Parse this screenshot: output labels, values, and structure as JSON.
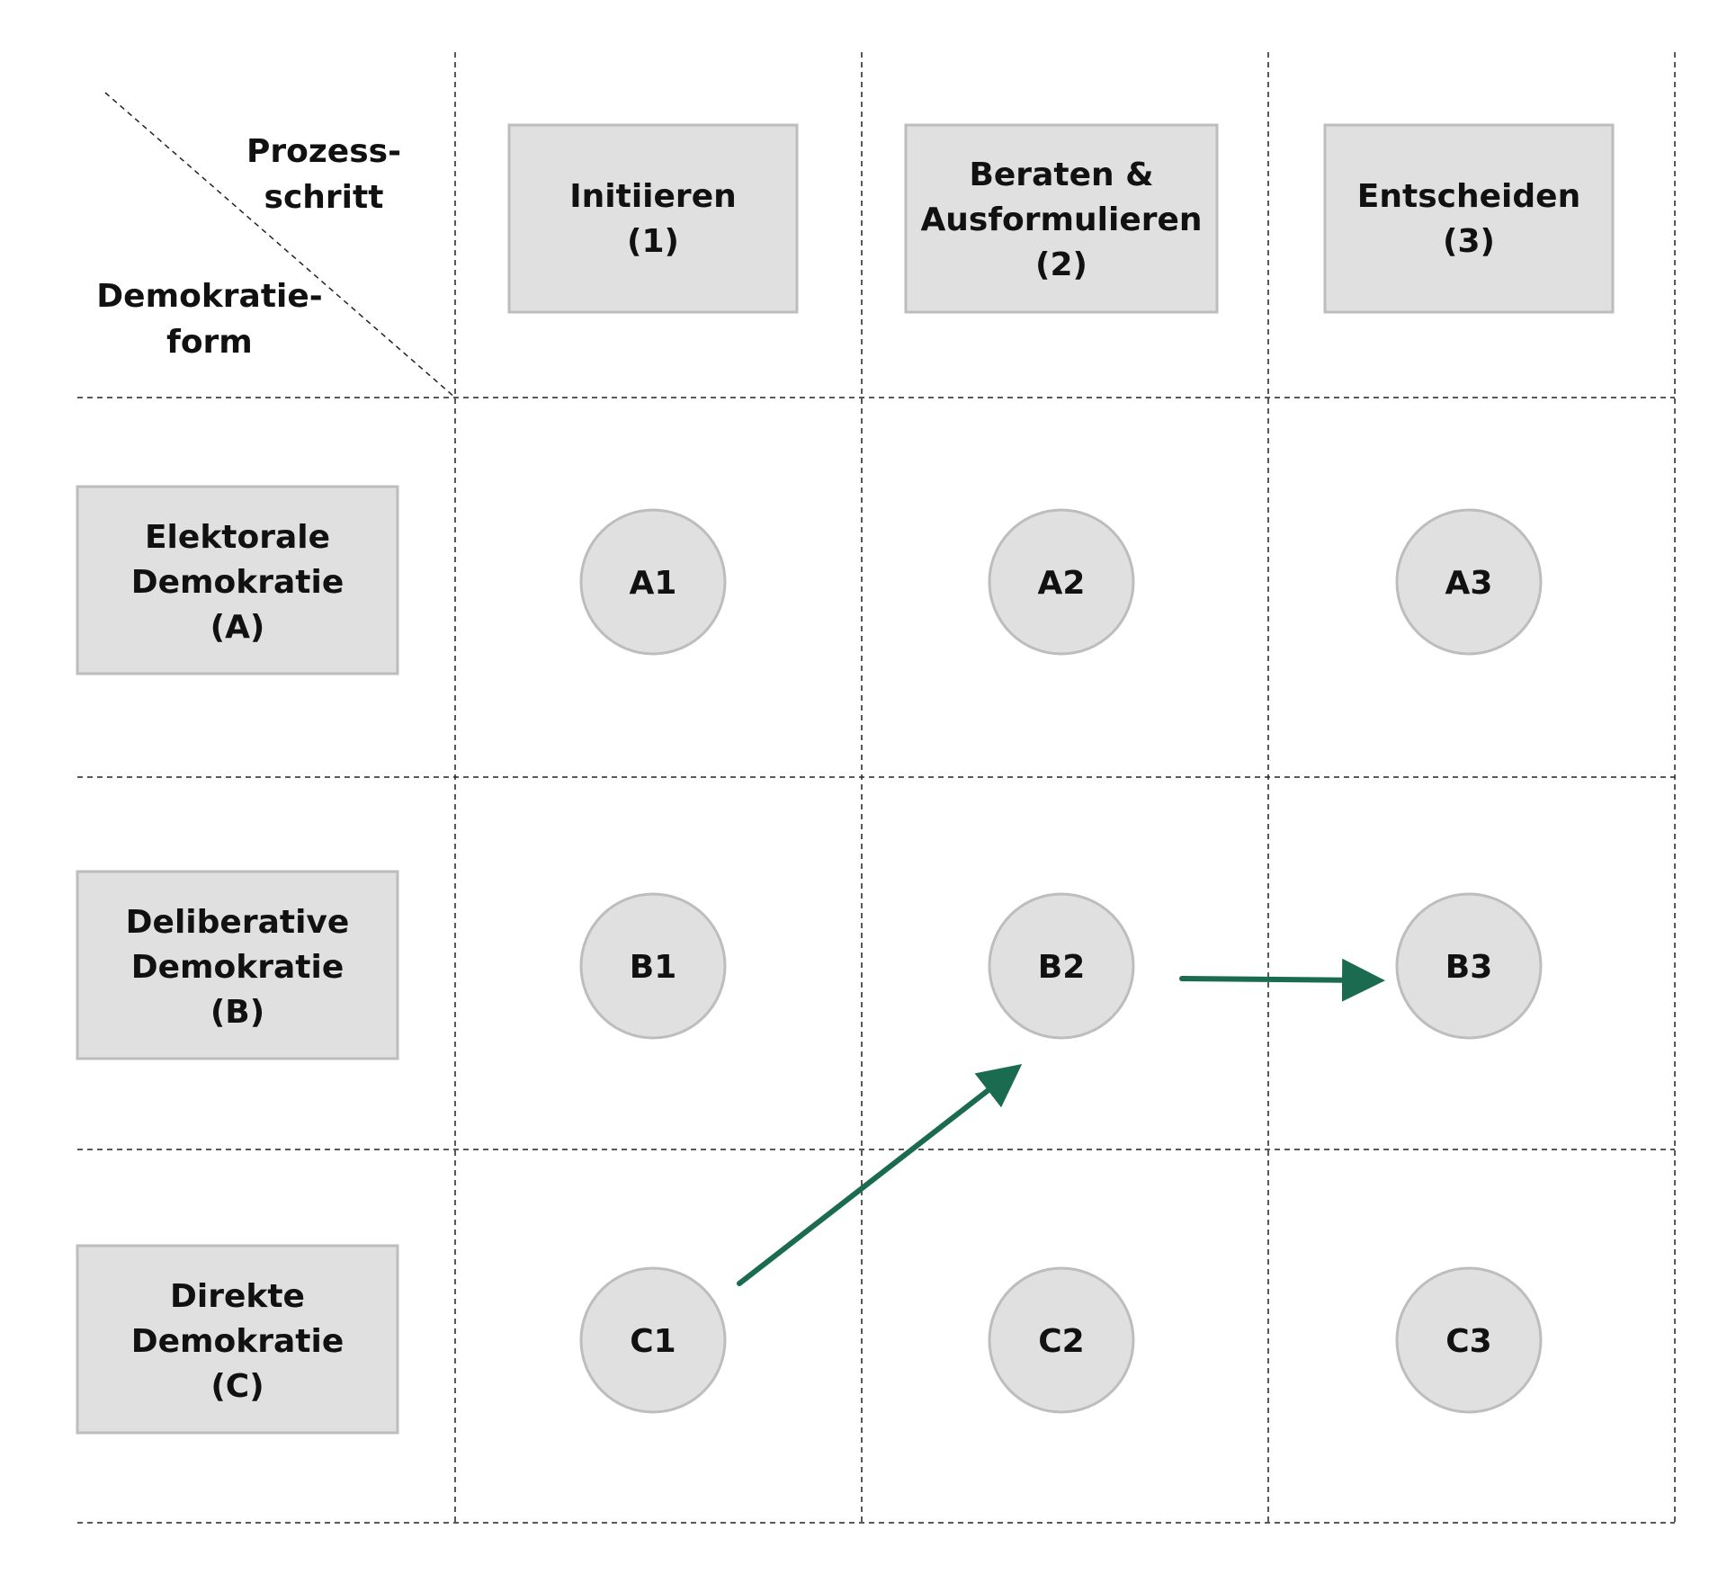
{
  "corner": {
    "process_label": [
      "Prozess-",
      "schritt"
    ],
    "form_label": [
      "Demokratie-",
      "form"
    ]
  },
  "columns": [
    {
      "id": "1",
      "lines": [
        "Initiieren",
        "(1)"
      ]
    },
    {
      "id": "2",
      "lines": [
        "Beraten &",
        "Ausformulieren",
        "(2)"
      ]
    },
    {
      "id": "3",
      "lines": [
        "Entscheiden",
        "(3)"
      ]
    }
  ],
  "rows": [
    {
      "id": "A",
      "lines": [
        "Elektorale",
        "Demokratie",
        "(A)"
      ]
    },
    {
      "id": "B",
      "lines": [
        "Deliberative",
        "Demokratie",
        "(B)"
      ]
    },
    {
      "id": "C",
      "lines": [
        "Direkte",
        "Demokratie",
        "(C)"
      ]
    }
  ],
  "nodes": [
    [
      "A1",
      "A2",
      "A3"
    ],
    [
      "B1",
      "B2",
      "B3"
    ],
    [
      "C1",
      "C2",
      "C3"
    ]
  ],
  "arrows": [
    {
      "from": "C1",
      "to": "B2"
    },
    {
      "from": "B2",
      "to": "B3"
    }
  ],
  "colors": {
    "box_fill": "#e0e0e0",
    "box_stroke": "#bdbdbd",
    "arrow": "#1a6b50"
  }
}
